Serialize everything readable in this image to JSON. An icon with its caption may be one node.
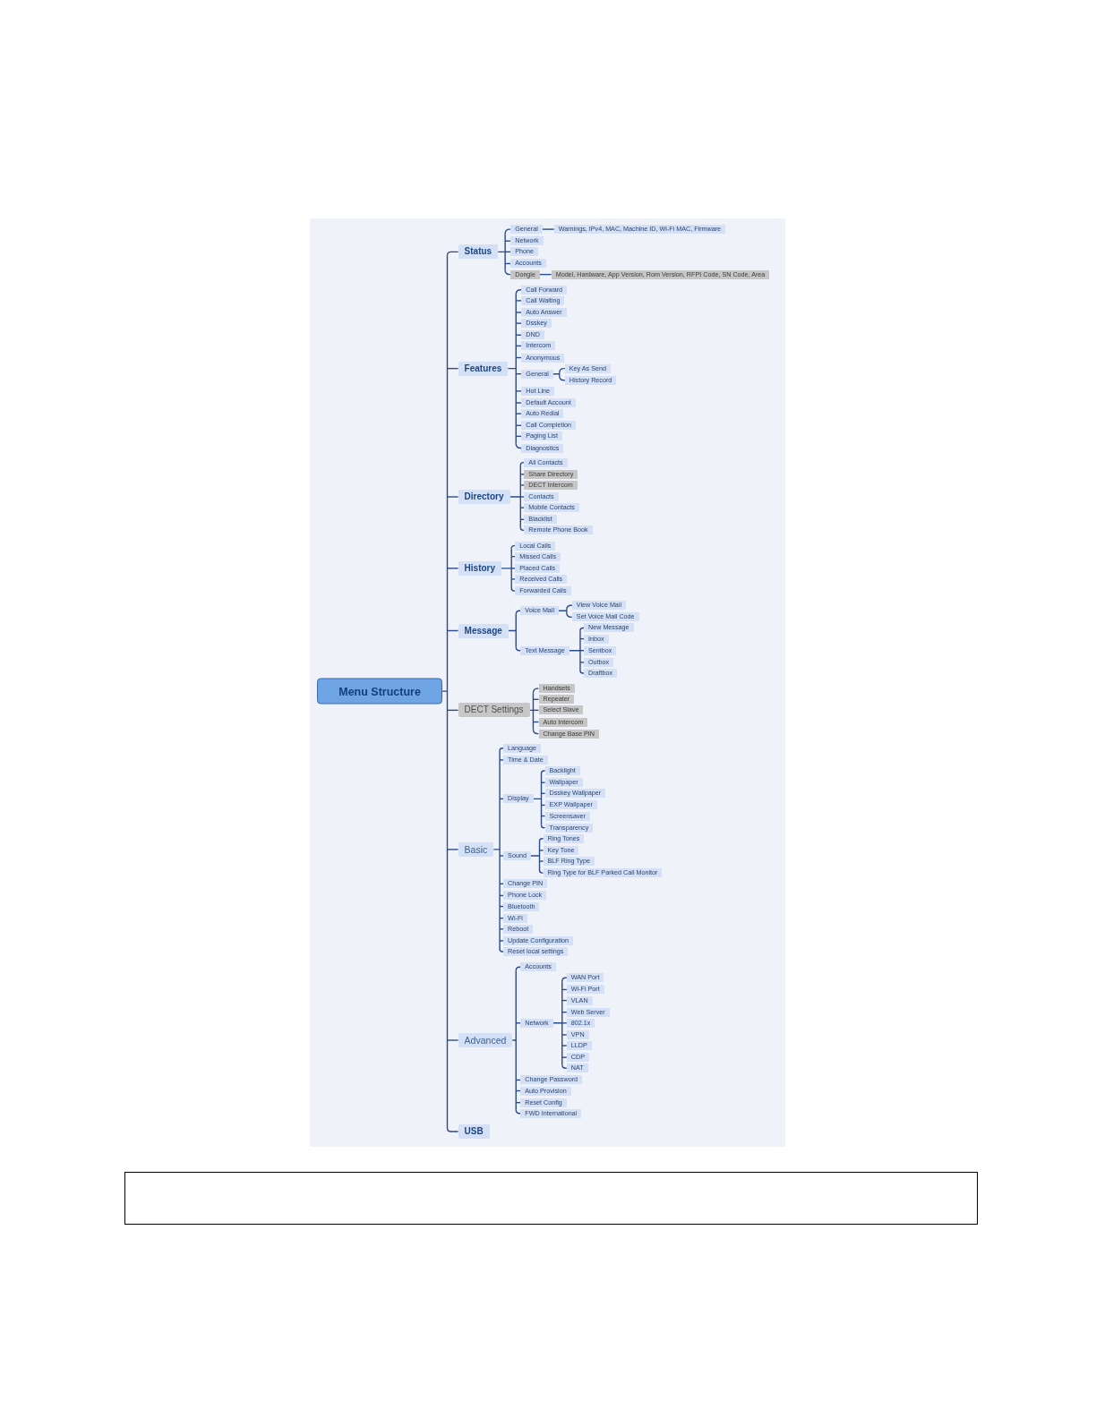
{
  "diagram": {
    "nodes": [
      {
        "text": [
          "Menu Structure"
        ]
      },
      {
        "text": [
          "Status"
        ]
      },
      {
        "text": [
          "General"
        ]
      },
      {
        "text": [
          "Warnings, IPv4, MAC, Machine ID, Wi-Fi MAC, Firmware"
        ]
      },
      {
        "text": [
          "Network"
        ]
      },
      {
        "text": [
          "Phone"
        ]
      },
      {
        "text": [
          "Accounts"
        ]
      },
      {
        "text": [
          "Dongle"
        ]
      },
      {
        "text": [
          "Model, Hardware, App Version, Rom Version, RFPI Code, SN Code, Area"
        ]
      },
      {
        "text": [
          "Features"
        ]
      },
      {
        "text": [
          "Call Forward"
        ]
      },
      {
        "text": [
          "Call Waiting"
        ]
      },
      {
        "text": [
          "Auto Answer"
        ]
      },
      {
        "text": [
          "Dsskey"
        ]
      },
      {
        "text": [
          "DND"
        ]
      },
      {
        "text": [
          "Intercom"
        ]
      },
      {
        "text": [
          "Anonymous"
        ]
      },
      {
        "text": [
          "General"
        ]
      },
      {
        "text": [
          "Key As Send"
        ]
      },
      {
        "text": [
          "History Record"
        ]
      },
      {
        "text": [
          "Hot Line"
        ]
      },
      {
        "text": [
          "Default Account"
        ]
      },
      {
        "text": [
          "Auto Redial"
        ]
      },
      {
        "text": [
          "Call Completion"
        ]
      },
      {
        "text": [
          "Paging List"
        ]
      },
      {
        "text": [
          "Diagnostics"
        ]
      },
      {
        "text": [
          "Directory"
        ]
      },
      {
        "text": [
          "All Contacts"
        ]
      },
      {
        "text": [
          "Share Directory"
        ]
      },
      {
        "text": [
          "DECT Intercom"
        ]
      },
      {
        "text": [
          "Contacts"
        ]
      },
      {
        "text": [
          "Mobile Contacts"
        ]
      },
      {
        "text": [
          "Blacklist"
        ]
      },
      {
        "text": [
          "Remote Phone Book"
        ]
      },
      {
        "text": [
          "History"
        ]
      },
      {
        "text": [
          "Local Calls"
        ]
      },
      {
        "text": [
          "Missed Calls"
        ]
      },
      {
        "text": [
          "Placed Calls"
        ]
      },
      {
        "text": [
          "Received Calls"
        ]
      },
      {
        "text": [
          "Forwarded Calls"
        ]
      },
      {
        "text": [
          "Message"
        ]
      },
      {
        "text": [
          "Voice Mail"
        ]
      },
      {
        "text": [
          "View Voice Mail"
        ]
      },
      {
        "text": [
          "Set Voice Mail Code"
        ]
      },
      {
        "text": [
          "Text Message"
        ]
      },
      {
        "text": [
          "New Message"
        ]
      },
      {
        "text": [
          "Inbox"
        ]
      },
      {
        "text": [
          "Sentbox"
        ]
      },
      {
        "text": [
          "Outbox"
        ]
      },
      {
        "text": [
          "Draftbox"
        ]
      },
      {
        "text": [
          "DECT Settings"
        ]
      },
      {
        "text": [
          "Handsets"
        ]
      },
      {
        "text": [
          "Repeater"
        ]
      },
      {
        "text": [
          "Select Slave"
        ]
      },
      {
        "text": [
          "Auto Intercom"
        ]
      },
      {
        "text": [
          "Change Base PIN"
        ]
      },
      {
        "text": [
          "Basic"
        ]
      },
      {
        "text": [
          "Language"
        ]
      },
      {
        "text": [
          "Time & Date"
        ]
      },
      {
        "text": [
          "Display"
        ]
      },
      {
        "text": [
          "Backlight"
        ]
      },
      {
        "text": [
          "Wallpaper"
        ]
      },
      {
        "text": [
          "Dsskey Wallpaper"
        ]
      },
      {
        "text": [
          "EXP Wallpaper"
        ]
      },
      {
        "text": [
          "Screensaver"
        ]
      },
      {
        "text": [
          "Transparency"
        ]
      },
      {
        "text": [
          "Sound"
        ]
      },
      {
        "text": [
          "Ring Tones"
        ]
      },
      {
        "text": [
          "Key Tone"
        ]
      },
      {
        "text": [
          "BLF Ring Type"
        ]
      },
      {
        "text": [
          "Ring Type for BLF Parked Call Monitor"
        ]
      },
      {
        "text": [
          "Change PIN"
        ]
      },
      {
        "text": [
          "Phone Lock"
        ]
      },
      {
        "text": [
          "Bluetooth"
        ]
      },
      {
        "text": [
          "Wi-Fi"
        ]
      },
      {
        "text": [
          "Reboot"
        ]
      },
      {
        "text": [
          "Update Configuration"
        ]
      },
      {
        "text": [
          "Reset local settings"
        ]
      },
      {
        "text": [
          "Advanced"
        ]
      },
      {
        "text": [
          "Accounts"
        ]
      },
      {
        "text": [
          "Network"
        ]
      },
      {
        "text": [
          "WAN Port"
        ]
      },
      {
        "text": [
          "Wi-Fi Port"
        ]
      },
      {
        "text": [
          "VLAN"
        ]
      },
      {
        "text": [
          "Web Server"
        ]
      },
      {
        "text": [
          "802.1x"
        ]
      },
      {
        "text": [
          "VPN"
        ]
      },
      {
        "text": [
          "LLDP"
        ]
      },
      {
        "text": [
          "CDP"
        ]
      },
      {
        "text": [
          "NAT"
        ]
      },
      {
        "text": [
          "Change Password"
        ]
      },
      {
        "text": [
          "Auto Provision"
        ]
      },
      {
        "text": [
          "Reset Config"
        ]
      },
      {
        "text": [
          "FWD International"
        ]
      },
      {
        "text": [
          "USB"
        ]
      }
    ],
    "edges": [
      {
        "from": 0,
        "to": 1,
        "arrow": "none"
      },
      {
        "from": 1,
        "to": 2,
        "arrow": "none"
      },
      {
        "from": 2,
        "to": 3,
        "arrow": "none"
      },
      {
        "from": 1,
        "to": 4,
        "arrow": "none"
      },
      {
        "from": 1,
        "to": 5,
        "arrow": "none"
      },
      {
        "from": 1,
        "to": 6,
        "arrow": "none"
      },
      {
        "from": 1,
        "to": 7,
        "arrow": "none"
      },
      {
        "from": 7,
        "to": 8,
        "arrow": "none"
      },
      {
        "from": 0,
        "to": 9,
        "arrow": "none"
      },
      {
        "from": 9,
        "to": 10,
        "arrow": "none"
      },
      {
        "from": 9,
        "to": 11,
        "arrow": "none"
      },
      {
        "from": 9,
        "to": 12,
        "arrow": "none"
      },
      {
        "from": 9,
        "to": 13,
        "arrow": "none"
      },
      {
        "from": 9,
        "to": 14,
        "arrow": "none"
      },
      {
        "from": 9,
        "to": 15,
        "arrow": "none"
      },
      {
        "from": 9,
        "to": 16,
        "arrow": "none"
      },
      {
        "from": 9,
        "to": 17,
        "arrow": "none"
      },
      {
        "from": 17,
        "to": 18,
        "arrow": "none"
      },
      {
        "from": 17,
        "to": 19,
        "arrow": "none"
      },
      {
        "from": 9,
        "to": 20,
        "arrow": "none"
      },
      {
        "from": 9,
        "to": 21,
        "arrow": "none"
      },
      {
        "from": 9,
        "to": 22,
        "arrow": "none"
      },
      {
        "from": 9,
        "to": 23,
        "arrow": "none"
      },
      {
        "from": 9,
        "to": 24,
        "arrow": "none"
      },
      {
        "from": 9,
        "to": 25,
        "arrow": "none"
      },
      {
        "from": 0,
        "to": 26,
        "arrow": "none"
      },
      {
        "from": 26,
        "to": 27,
        "arrow": "none"
      },
      {
        "from": 26,
        "to": 28,
        "arrow": "none"
      },
      {
        "from": 26,
        "to": 29,
        "arrow": "none"
      },
      {
        "from": 26,
        "to": 30,
        "arrow": "none"
      },
      {
        "from": 26,
        "to": 31,
        "arrow": "none"
      },
      {
        "from": 26,
        "to": 32,
        "arrow": "none"
      },
      {
        "from": 26,
        "to": 33,
        "arrow": "none"
      },
      {
        "from": 0,
        "to": 34,
        "arrow": "none"
      },
      {
        "from": 34,
        "to": 35,
        "arrow": "none"
      },
      {
        "from": 34,
        "to": 36,
        "arrow": "none"
      },
      {
        "from": 34,
        "to": 37,
        "arrow": "none"
      },
      {
        "from": 34,
        "to": 38,
        "arrow": "none"
      },
      {
        "from": 34,
        "to": 39,
        "arrow": "none"
      },
      {
        "from": 0,
        "to": 40,
        "arrow": "none"
      },
      {
        "from": 40,
        "to": 41,
        "arrow": "none"
      },
      {
        "from": 41,
        "to": 42,
        "arrow": "none"
      },
      {
        "from": 41,
        "to": 43,
        "arrow": "none"
      },
      {
        "from": 40,
        "to": 44,
        "arrow": "none"
      },
      {
        "from": 44,
        "to": 45,
        "arrow": "none"
      },
      {
        "from": 44,
        "to": 46,
        "arrow": "none"
      },
      {
        "from": 44,
        "to": 47,
        "arrow": "none"
      },
      {
        "from": 44,
        "to": 48,
        "arrow": "none"
      },
      {
        "from": 44,
        "to": 49,
        "arrow": "none"
      },
      {
        "from": 0,
        "to": 50,
        "arrow": "none"
      },
      {
        "from": 50,
        "to": 51,
        "arrow": "none"
      },
      {
        "from": 50,
        "to": 52,
        "arrow": "none"
      },
      {
        "from": 50,
        "to": 53,
        "arrow": "none"
      },
      {
        "from": 50,
        "to": 54,
        "arrow": "none"
      },
      {
        "from": 50,
        "to": 55,
        "arrow": "none"
      },
      {
        "from": 0,
        "to": 56,
        "arrow": "none"
      },
      {
        "from": 56,
        "to": 57,
        "arrow": "none"
      },
      {
        "from": 56,
        "to": 58,
        "arrow": "none"
      },
      {
        "from": 56,
        "to": 59,
        "arrow": "none"
      },
      {
        "from": 59,
        "to": 60,
        "arrow": "none"
      },
      {
        "from": 59,
        "to": 61,
        "arrow": "none"
      },
      {
        "from": 59,
        "to": 62,
        "arrow": "none"
      },
      {
        "from": 59,
        "to": 63,
        "arrow": "none"
      },
      {
        "from": 59,
        "to": 64,
        "arrow": "none"
      },
      {
        "from": 59,
        "to": 65,
        "arrow": "none"
      },
      {
        "from": 56,
        "to": 66,
        "arrow": "none"
      },
      {
        "from": 66,
        "to": 67,
        "arrow": "none"
      },
      {
        "from": 66,
        "to": 68,
        "arrow": "none"
      },
      {
        "from": 66,
        "to": 69,
        "arrow": "none"
      },
      {
        "from": 66,
        "to": 70,
        "arrow": "none"
      },
      {
        "from": 56,
        "to": 71,
        "arrow": "none"
      },
      {
        "from": 56,
        "to": 72,
        "arrow": "none"
      },
      {
        "from": 56,
        "to": 73,
        "arrow": "none"
      },
      {
        "from": 56,
        "to": 74,
        "arrow": "none"
      },
      {
        "from": 56,
        "to": 75,
        "arrow": "none"
      },
      {
        "from": 56,
        "to": 76,
        "arrow": "none"
      },
      {
        "from": 56,
        "to": 77,
        "arrow": "none"
      },
      {
        "from": 0,
        "to": 78,
        "arrow": "none"
      },
      {
        "from": 78,
        "to": 79,
        "arrow": "none"
      },
      {
        "from": 78,
        "to": 80,
        "arrow": "none"
      },
      {
        "from": 80,
        "to": 81,
        "arrow": "none"
      },
      {
        "from": 80,
        "to": 82,
        "arrow": "none"
      },
      {
        "from": 80,
        "to": 83,
        "arrow": "none"
      },
      {
        "from": 80,
        "to": 84,
        "arrow": "none"
      },
      {
        "from": 80,
        "to": 85,
        "arrow": "none"
      },
      {
        "from": 80,
        "to": 86,
        "arrow": "none"
      },
      {
        "from": 80,
        "to": 87,
        "arrow": "none"
      },
      {
        "from": 80,
        "to": 88,
        "arrow": "none"
      },
      {
        "from": 80,
        "to": 89,
        "arrow": "none"
      },
      {
        "from": 78,
        "to": 90,
        "arrow": "none"
      },
      {
        "from": 78,
        "to": 91,
        "arrow": "none"
      },
      {
        "from": 78,
        "to": 92,
        "arrow": "none"
      },
      {
        "from": 78,
        "to": 93,
        "arrow": "none"
      },
      {
        "from": 0,
        "to": 94,
        "arrow": "none"
      }
    ]
  }
}
